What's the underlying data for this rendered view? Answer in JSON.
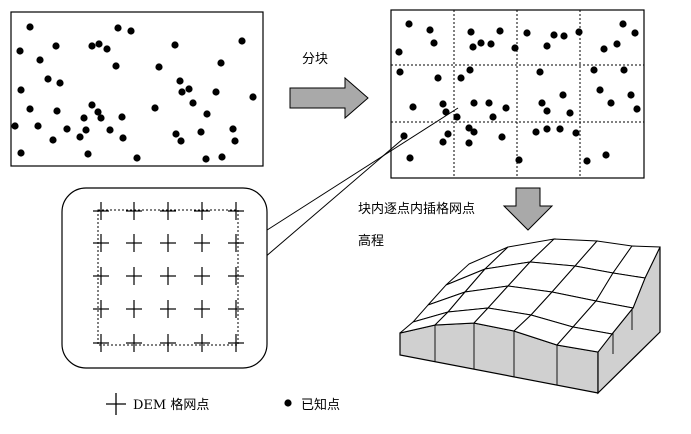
{
  "labels": {
    "split": "分块",
    "interp_line1": "块内逐点内插格网点",
    "interp_line2": "高程",
    "legend_dem": "DEM 格网点",
    "legend_known": "已知点"
  },
  "colors": {
    "line": "#000000",
    "arrow_fill": "#a9a9a9",
    "surface_top": "#ffffff",
    "surface_side": "#d0d0d0"
  },
  "icons": {
    "dem_point": "plus-cross-icon",
    "known_point": "filled-dot-icon"
  }
}
